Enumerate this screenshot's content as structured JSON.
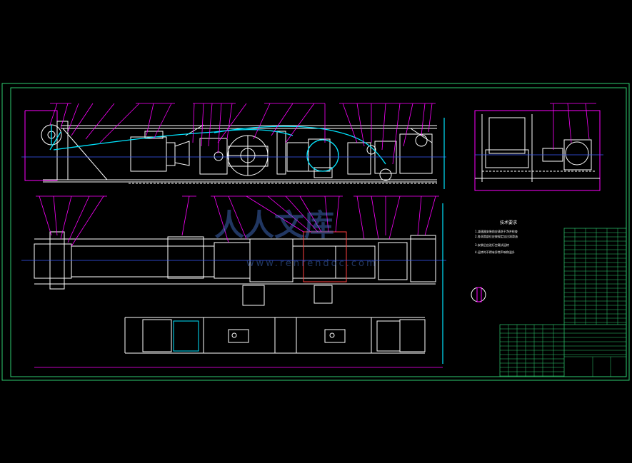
{
  "drawing": {
    "watermark_main": "人人文库",
    "watermark_url": "www.renrendoc.com",
    "tech_requirements_title": "技术要求",
    "tech_requirements": [
      "1.减速器安装前应清洗干净并检查",
      "2.各润滑部位应按规定加注润滑油",
      "3.安装后应进行空载试运转",
      "4.运转时不得有异常声响和温升"
    ],
    "colors": {
      "background": "#000000",
      "frame": "#2ecc71",
      "outline": "#ffffff",
      "centerline": "#3a5cff",
      "callout": "#ff00ff",
      "belt": "#00e5ff",
      "titleblock": "#2ecc71"
    }
  }
}
